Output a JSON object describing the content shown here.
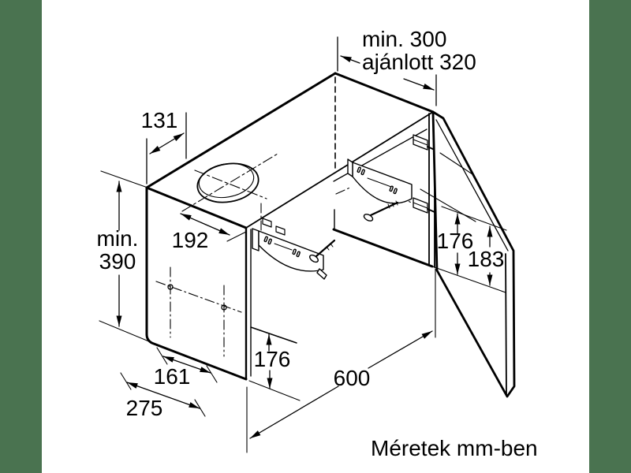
{
  "canvas": {
    "background_color": "#ffffff",
    "side_band_color": "#4a7350",
    "side_band_width": 53,
    "line_color": "#000000"
  },
  "caption": "Méretek mm-ben",
  "dims": {
    "clearance_min": "min. 300",
    "clearance_recommended": "ajánlott 320",
    "top_edge": "131",
    "height_min_label": "min.",
    "height_min_value": "390",
    "hole_offset": "192",
    "right_upper": "176",
    "right_lower": "183",
    "visor": "176",
    "bottom_inner": "161",
    "bottom_outer": "275",
    "width": "600"
  }
}
